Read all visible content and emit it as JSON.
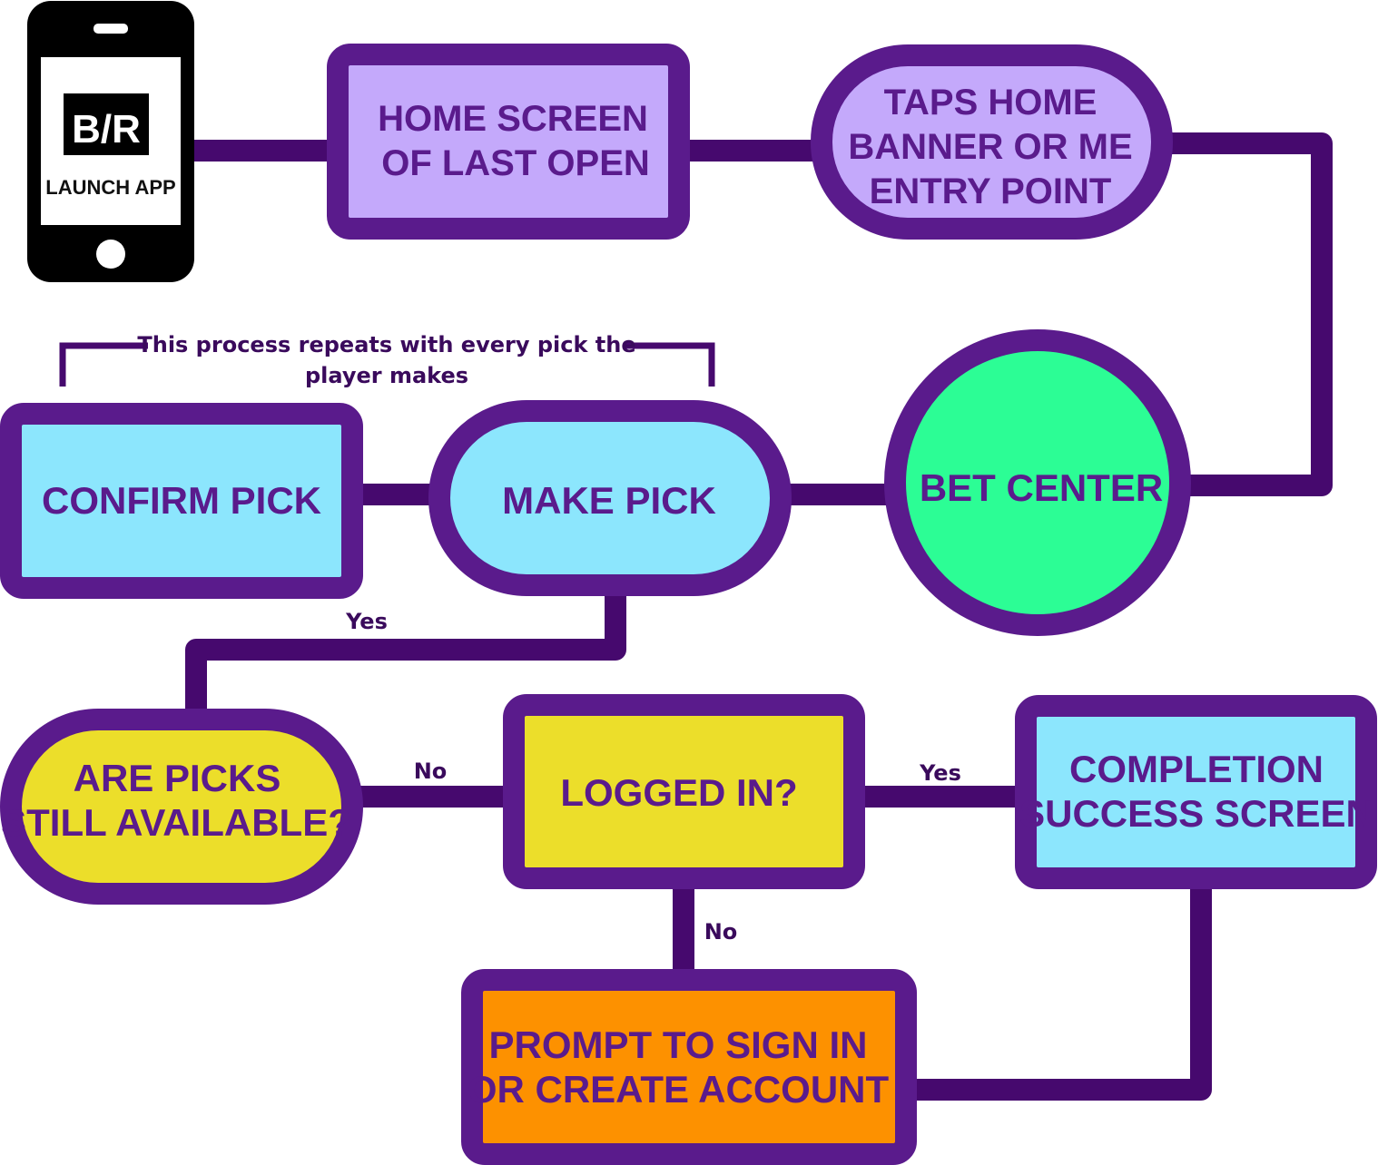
{
  "colors": {
    "stroke": "#5a1b8c",
    "connector": "#46096e",
    "lavender": "#c4a9fb",
    "cyan": "#8ce6fd",
    "green": "#2cfd95",
    "yellow": "#ecde2a",
    "orange": "#fd9100",
    "phone": "#000000"
  },
  "launch": {
    "logo": "B/R",
    "label": "LAUNCH APP"
  },
  "nodes": {
    "home_screen": {
      "line1": "HOME SCREEN",
      "line2": "OF LAST OPEN"
    },
    "taps_home": {
      "line1": "TAPS HOME",
      "line2": "BANNER OR ME",
      "line3": "ENTRY POINT"
    },
    "bet_center": {
      "line1": "BET CENTER"
    },
    "make_pick": {
      "line1": "MAKE PICK"
    },
    "confirm_pick": {
      "line1": "CONFIRM PICK"
    },
    "picks_available": {
      "line1": "ARE PICKS",
      "line2": "STILL AVAILABLE?"
    },
    "logged_in": {
      "line1": "LOGGED IN?"
    },
    "completion": {
      "line1": "COMPLETION",
      "line2": "SUCCESS SCREEN"
    },
    "prompt_sign_in": {
      "line1": "PROMPT TO SIGN IN",
      "line2": "OR CREATE ACCOUNT"
    }
  },
  "annotation": {
    "line1": "This process repeats with every pick the",
    "line2": "player makes"
  },
  "edge_labels": {
    "make_pick_to_picks": "Yes",
    "picks_to_logged_in": "No",
    "logged_in_to_completion": "Yes",
    "logged_in_to_prompt": "No"
  }
}
